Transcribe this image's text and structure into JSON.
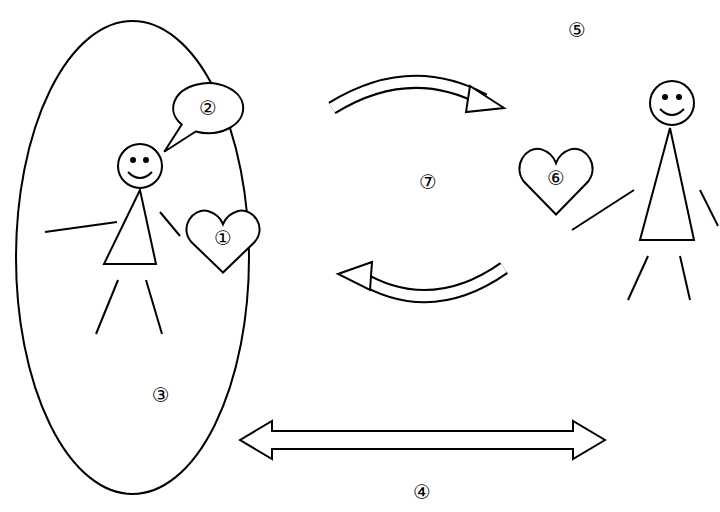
{
  "diagram": {
    "nodes": [
      {
        "text": [
          "③"
        ]
      },
      {
        "text": [
          "①"
        ],
        "in": 0
      },
      {
        "text": [
          "②"
        ],
        "in": 0
      },
      {
        "text": [
          "⑥"
        ]
      }
    ],
    "labels": [
      "⑤",
      "⑦",
      "④"
    ]
  }
}
